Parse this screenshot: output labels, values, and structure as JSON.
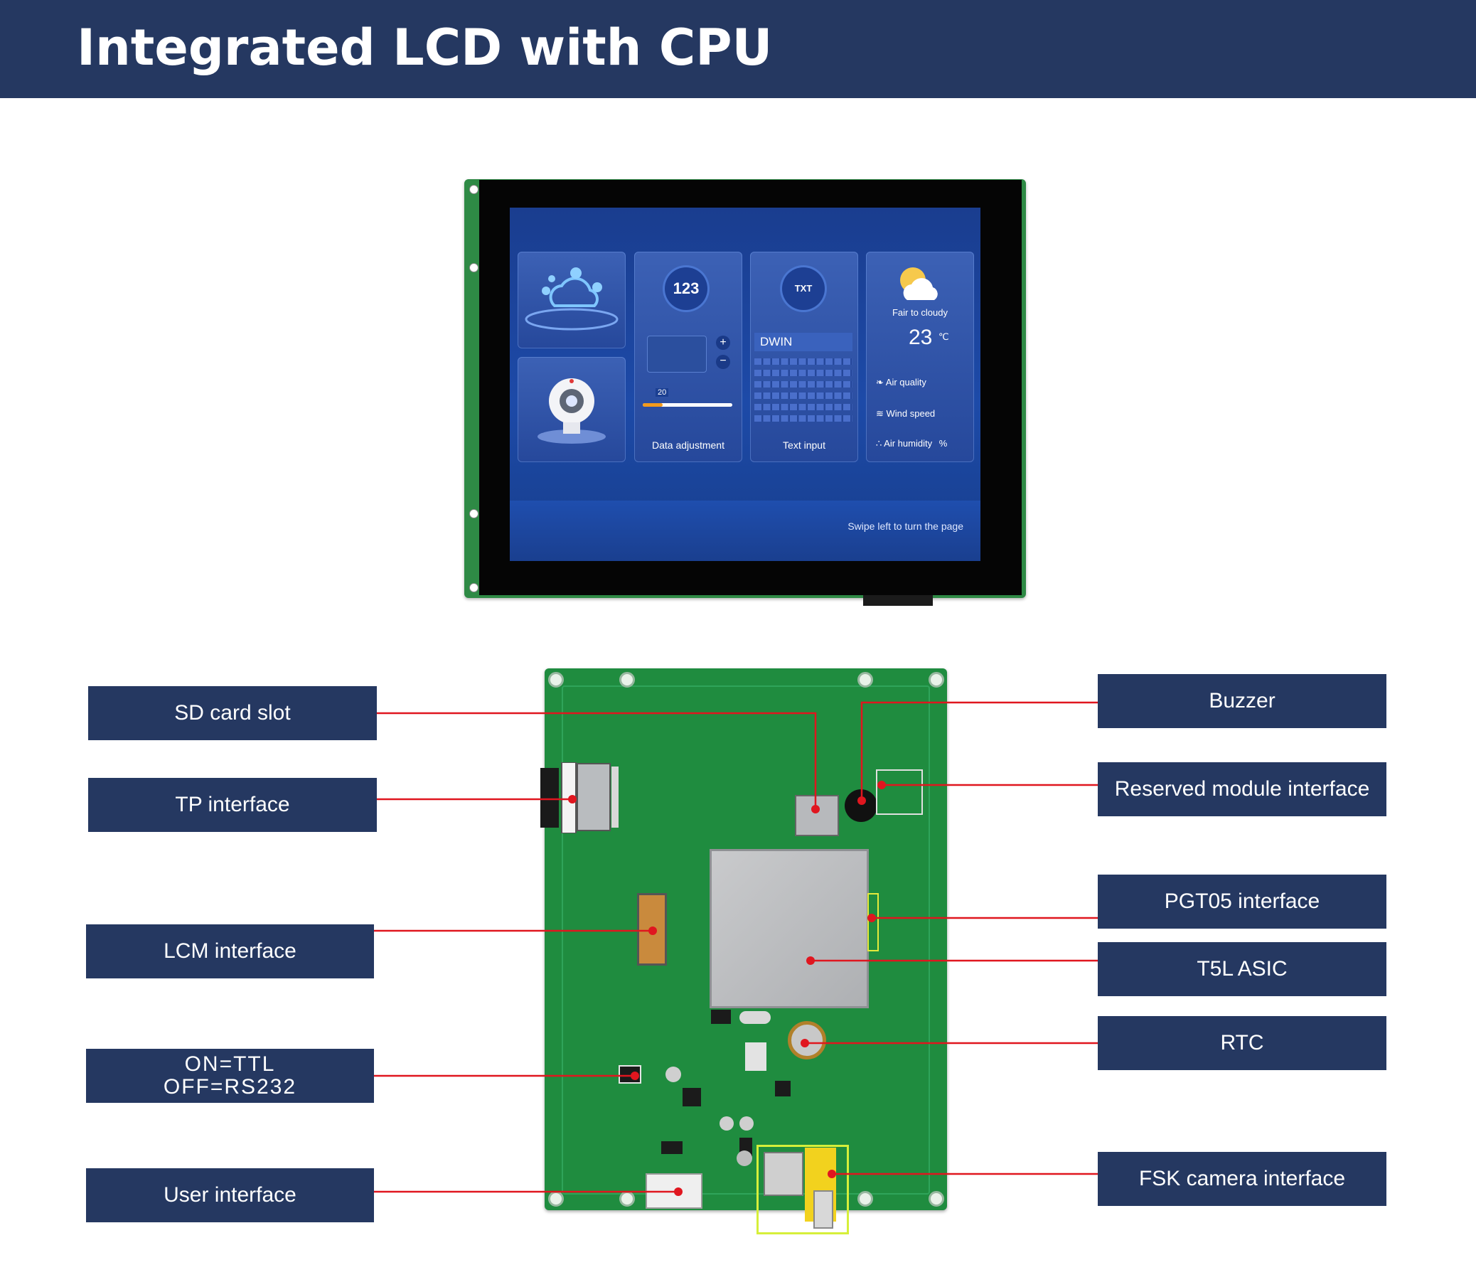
{
  "header": {
    "title": "Integrated LCD with CPU"
  },
  "screen": {
    "cards": [
      {
        "label": ""
      },
      {
        "label": "Data adjustment",
        "icon_text": "123",
        "slider_value": "20"
      },
      {
        "label": "Text input",
        "icon_text": "TXT",
        "input_value": "DWIN"
      },
      {
        "weather": "Fair to cloudy",
        "temp": "23",
        "temp_unit": "℃",
        "rows": [
          "Air quality",
          "Wind speed",
          "Air humidity"
        ],
        "humidity_unit": "%"
      }
    ],
    "swipe": "Swipe left to turn the page"
  },
  "labels": {
    "sd_card_slot": "SD card slot",
    "tp_interface": "TP interface",
    "lcm_interface": "LCM interface",
    "switch_on": "ON=TTL",
    "switch_off": "OFF=RS232",
    "user_interface": "User interface",
    "buzzer": "Buzzer",
    "reserved_module": "Reserved module interface",
    "pgt05": "PGT05 interface",
    "t5l_asic": "T5L ASIC",
    "rtc": "RTC",
    "fsk_camera": "FSK camera interface"
  },
  "colors": {
    "header": "#253861",
    "label_box": "#253861",
    "leader_line": "#e0161f",
    "pcb": "#1f8c3f"
  }
}
